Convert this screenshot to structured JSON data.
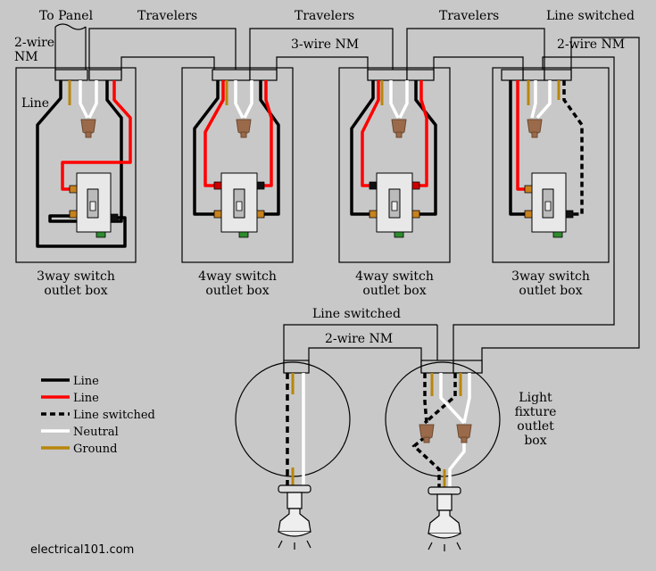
{
  "labels": {
    "to_panel": "To Panel",
    "two_wire_nm_line1": "2-wire",
    "two_wire_nm_line2": "NM",
    "line": "Line",
    "travelers": "Travelers",
    "three_wire_nm": "3-wire NM",
    "line_switched": "Line switched",
    "two_wire_nm": "2-wire NM",
    "box_3way_l1": "3way switch",
    "box_4way_l1": "4way switch",
    "box_outlet_l2": "outlet box",
    "light_fixture_l1": "Light",
    "light_fixture_l2": "fixture",
    "light_fixture_l3": "outlet",
    "light_fixture_l4": "box",
    "site": "electrical101.com"
  },
  "legend": [
    {
      "label": "Line",
      "color": "#000000",
      "style": "solid"
    },
    {
      "label": "Line",
      "color": "#ff0000",
      "style": "solid"
    },
    {
      "label": "Line switched",
      "color": "#000000",
      "style": "dashed"
    },
    {
      "label": "Neutral",
      "color": "#ffffff",
      "style": "solid"
    },
    {
      "label": "Ground",
      "color": "#b8860b",
      "style": "solid"
    }
  ],
  "colors": {
    "background": "#c8c8c8",
    "line": "#000000",
    "line_red": "#ff0000",
    "neutral": "#ffffff",
    "ground": "#b8860b",
    "wirenut": "#9b6a4a",
    "terminal_brass": "#c8821e",
    "terminal_silver": "#cc0000",
    "terminal_green": "#2e8b2e"
  }
}
